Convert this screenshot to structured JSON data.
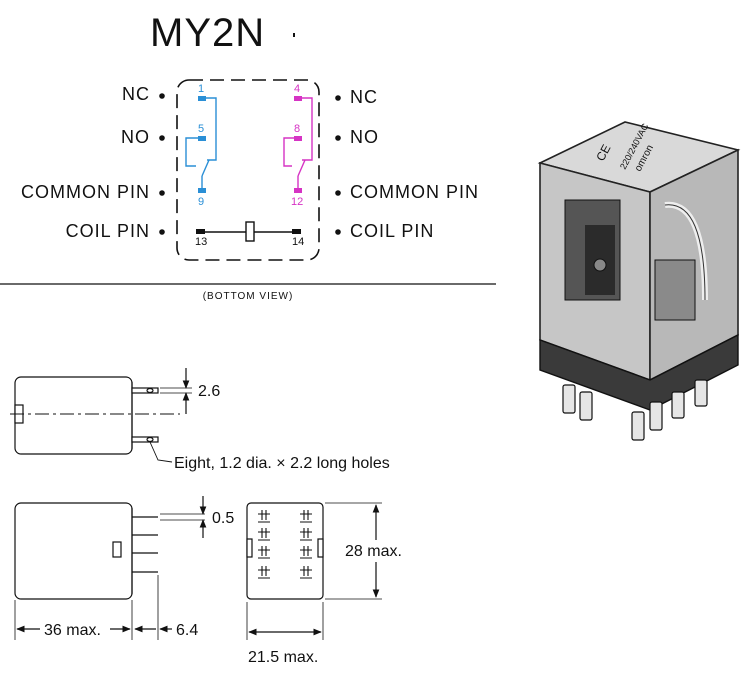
{
  "title": "MY2N",
  "schematic": {
    "left_labels": [
      "NC",
      "NO",
      "COMMON PIN",
      "COIL PIN"
    ],
    "right_labels": [
      "NC",
      "NO",
      "COMMON PIN",
      "COIL PIN"
    ],
    "pins": {
      "p1": "1",
      "p5": "5",
      "p9": "9",
      "p4": "4",
      "p8": "8",
      "p12": "12",
      "p13": "13",
      "p14": "14"
    },
    "caption": "(BOTTOM VIEW)",
    "colors": {
      "left_contacts": "#2a8fd6",
      "right_contacts": "#d633c4",
      "coil": "#111111"
    }
  },
  "dimensions": {
    "pin_spacing": "2.6",
    "holes_note": "Eight, 1.2 dia. × 2.2 long holes",
    "pin_thickness": "0.5",
    "height": "28 max.",
    "length": "36 max.",
    "pin_length": "6.4",
    "width": "21.5 max."
  },
  "photo": {
    "brand_text": "omron",
    "rating_text": "220/240VAC",
    "mark_text": "CE"
  }
}
